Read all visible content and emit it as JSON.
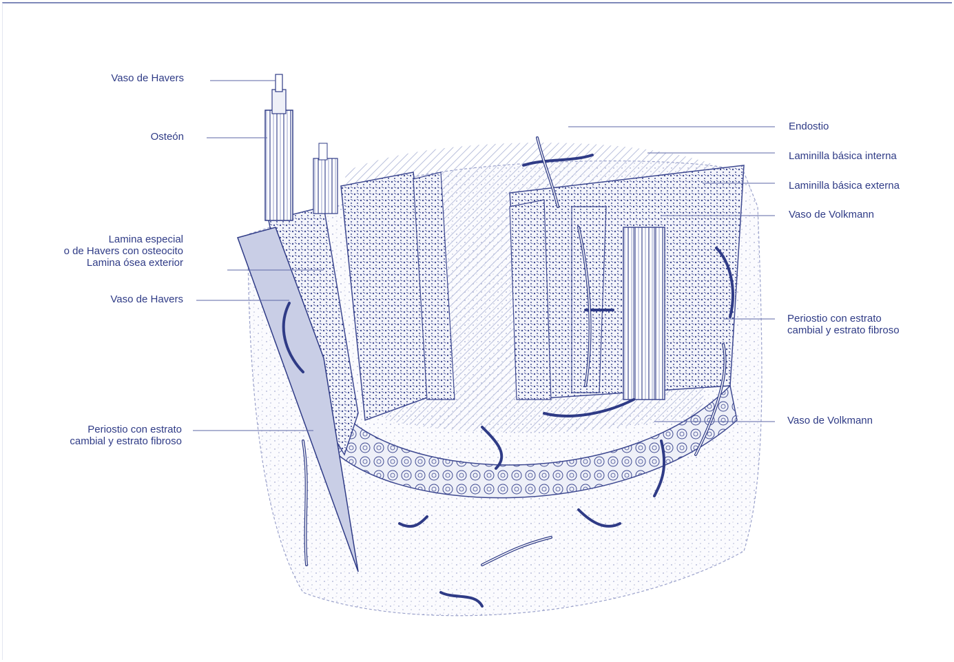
{
  "labels": {
    "left": {
      "vaso_havers_top": "Vaso de Havers",
      "osteon": "Osteón",
      "lamina_especial_1": "Lamina especial",
      "lamina_especial_2": "o de Havers con osteocito",
      "lamina_osea_exterior": "Lamina ósea exterior",
      "vaso_havers_mid": "Vaso de Havers",
      "periostio_1": "Periostio con estrato",
      "periostio_2": "cambial y estrato fibroso"
    },
    "right": {
      "endostio": "Endostio",
      "laminilla_interna": "Laminilla básica interna",
      "laminilla_externa": "Laminilla básica externa",
      "vaso_volkmann_top": "Vaso de Volkmann",
      "periostio_1": "Periostio con estrato",
      "periostio_2": "cambial y estrato fibroso",
      "vaso_volkmann_bottom": "Vaso de Volkmann"
    }
  },
  "colors": {
    "ink": "#2f3b86",
    "line": "#5b66a6",
    "hatch": "#b9c0dc",
    "bone_fill": "#e9ecf6"
  }
}
